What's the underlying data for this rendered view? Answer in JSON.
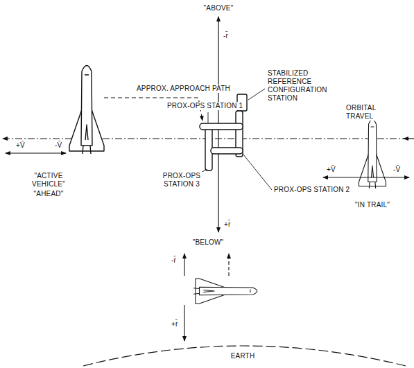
{
  "diagram": {
    "labels": [
      "\"ABOVE\"",
      "-r̄",
      "STABILIZED REFERENCE CONFIGURATION STATION",
      "PROX-OPS STATION 1",
      "APPROX. APPROACH PATH",
      "ORBITAL TRAVEL",
      "+V̄",
      "-V̄",
      "+V̄",
      "-V̄",
      "\"ACTIVE VEHICLE\"",
      "\"AHEAD\"",
      "PROX-OPS STATION 3",
      "PROX-OPS STATION 2",
      "\"IN TRAIL\"",
      "+r̄",
      "\"BELOW\"",
      "-r̄",
      "+r̄",
      "EARTH"
    ]
  }
}
